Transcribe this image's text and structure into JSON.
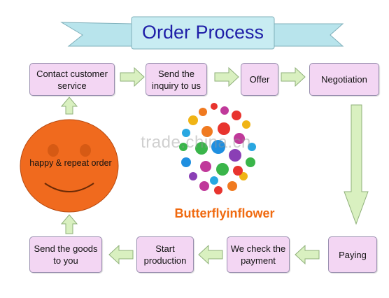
{
  "title": "Order Process",
  "steps": {
    "contact": "Contact customer\nservice",
    "inquiry": "Send the\ninquiry to us",
    "offer": "Offer",
    "negotiation": "Negotiation",
    "paying": "Paying",
    "check_payment": "We check the\npayment",
    "start_production": "Start\nproduction",
    "send_goods": "Send the goods\nto you"
  },
  "smiley_text": "happy & repeat order",
  "brand": "Butterflyinflower",
  "watermark": "trade.china.cn",
  "colors": {
    "box_fill": "#f3d6f3",
    "arrow_fill": "#d9f0c0",
    "banner_fill": "#b8e4ec",
    "title_text": "#1f1fa8",
    "smiley_fill": "#f06a1e",
    "brand_text": "#f06a10"
  }
}
